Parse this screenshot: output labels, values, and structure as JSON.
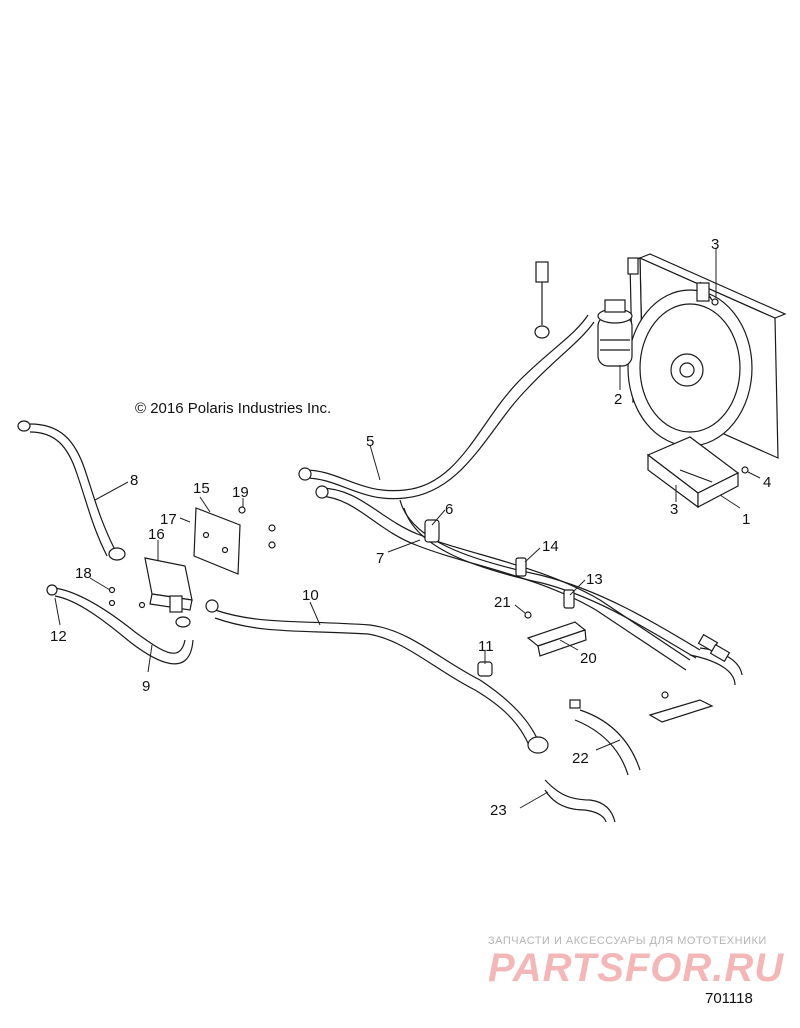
{
  "copyright": "© 2016 Polaris Industries Inc.",
  "watermark": {
    "tagline": "ЗАПЧАСТИ И АКСЕССУАРЫ ДЛЯ МОТОТЕХНИКИ",
    "logo": "PARTSFOR.RU",
    "color": "#f3b7b7"
  },
  "diagram_code": "701118",
  "callouts": {
    "c1": "1",
    "c2": "2",
    "c3a": "3",
    "c3b": "3",
    "c4": "4",
    "c5": "5",
    "c6": "6",
    "c7": "7",
    "c8": "8",
    "c9": "9",
    "c10": "10",
    "c11": "11",
    "c12": "12",
    "c13": "13",
    "c14": "14",
    "c15": "15",
    "c16": "16",
    "c17": "17",
    "c18": "18",
    "c19": "19",
    "c20": "20",
    "c21": "21",
    "c22": "22",
    "c23": "23"
  }
}
